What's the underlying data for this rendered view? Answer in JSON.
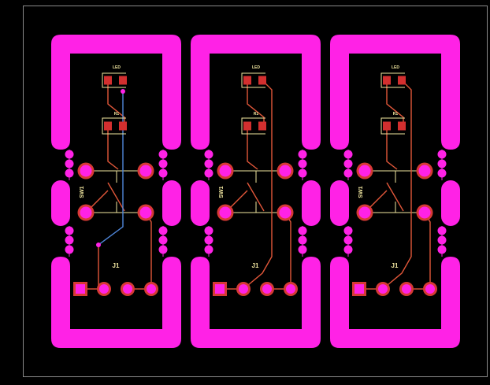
{
  "board": {
    "background_color": "#000000",
    "outline_color": "#8a8a8a",
    "copper_color": "#ff22e6",
    "top_trace_color": "#e2573a",
    "bottom_trace_color": "#4f86d9",
    "silkscreen_color": "#f2e7a0",
    "smd_pad_color": "#d32f2f",
    "tht_pad_ring_color": "#d63a34"
  },
  "panels": [
    {
      "led_label": "LED",
      "resistor_label": "R1",
      "switch_label": "SW1",
      "connector_label": "J1"
    },
    {
      "led_label": "LED",
      "resistor_label": "R1",
      "switch_label": "SW1",
      "connector_label": "J1"
    },
    {
      "led_label": "LED",
      "resistor_label": "R1",
      "switch_label": "SW1",
      "connector_label": "J1"
    }
  ]
}
